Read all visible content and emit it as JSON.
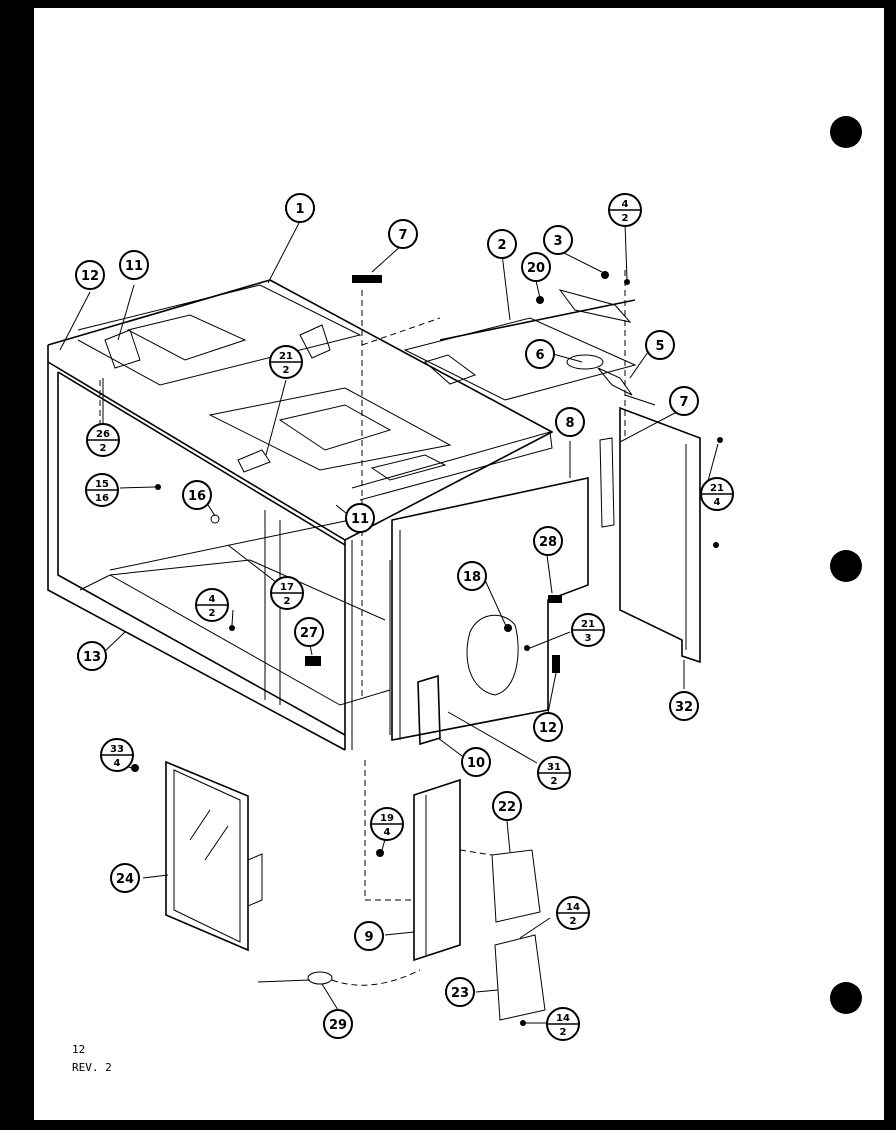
{
  "footer": {
    "page": "12",
    "revision": "REV. 2"
  },
  "callouts": [
    {
      "id": "1"
    },
    {
      "id": "7"
    },
    {
      "id": "2"
    },
    {
      "id": "3"
    },
    {
      "id": "20"
    },
    {
      "id": "4",
      "qty": "2"
    },
    {
      "id": "6"
    },
    {
      "id": "5"
    },
    {
      "id": "7"
    },
    {
      "id": "8"
    },
    {
      "id": "11"
    },
    {
      "id": "12"
    },
    {
      "id": "26",
      "qty": "2"
    },
    {
      "id": "21",
      "qty": "2"
    },
    {
      "id": "15",
      "qty": "16"
    },
    {
      "id": "16"
    },
    {
      "id": "11"
    },
    {
      "id": "17",
      "qty": "2"
    },
    {
      "id": "4",
      "qty": "2"
    },
    {
      "id": "27"
    },
    {
      "id": "13"
    },
    {
      "id": "28"
    },
    {
      "id": "18"
    },
    {
      "id": "21",
      "qty": "3"
    },
    {
      "id": "12"
    },
    {
      "id": "32"
    },
    {
      "id": "10"
    },
    {
      "id": "31",
      "qty": "2"
    },
    {
      "id": "33",
      "qty": "4"
    },
    {
      "id": "19",
      "qty": "4"
    },
    {
      "id": "24"
    },
    {
      "id": "9"
    },
    {
      "id": "29"
    },
    {
      "id": "22"
    },
    {
      "id": "14",
      "qty": "2"
    },
    {
      "id": "23"
    },
    {
      "id": "14",
      "qty": "2"
    },
    {
      "id": "21",
      "qty": "4"
    }
  ]
}
